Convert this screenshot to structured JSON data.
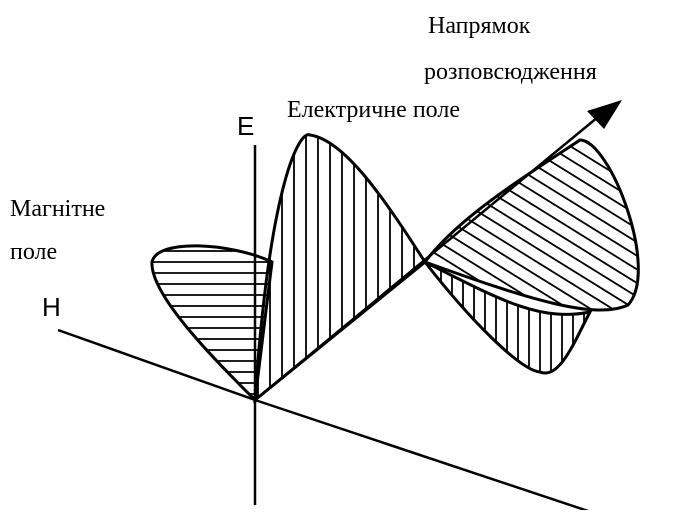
{
  "labels": {
    "propagation_line1": "Напрямок",
    "propagation_line2": "розповсюдження",
    "electric_field": "Електричне поле",
    "magnetic_line1": "Магнітне",
    "magnetic_line2": "поле",
    "axis_e": "E",
    "axis_h": "H"
  }
}
